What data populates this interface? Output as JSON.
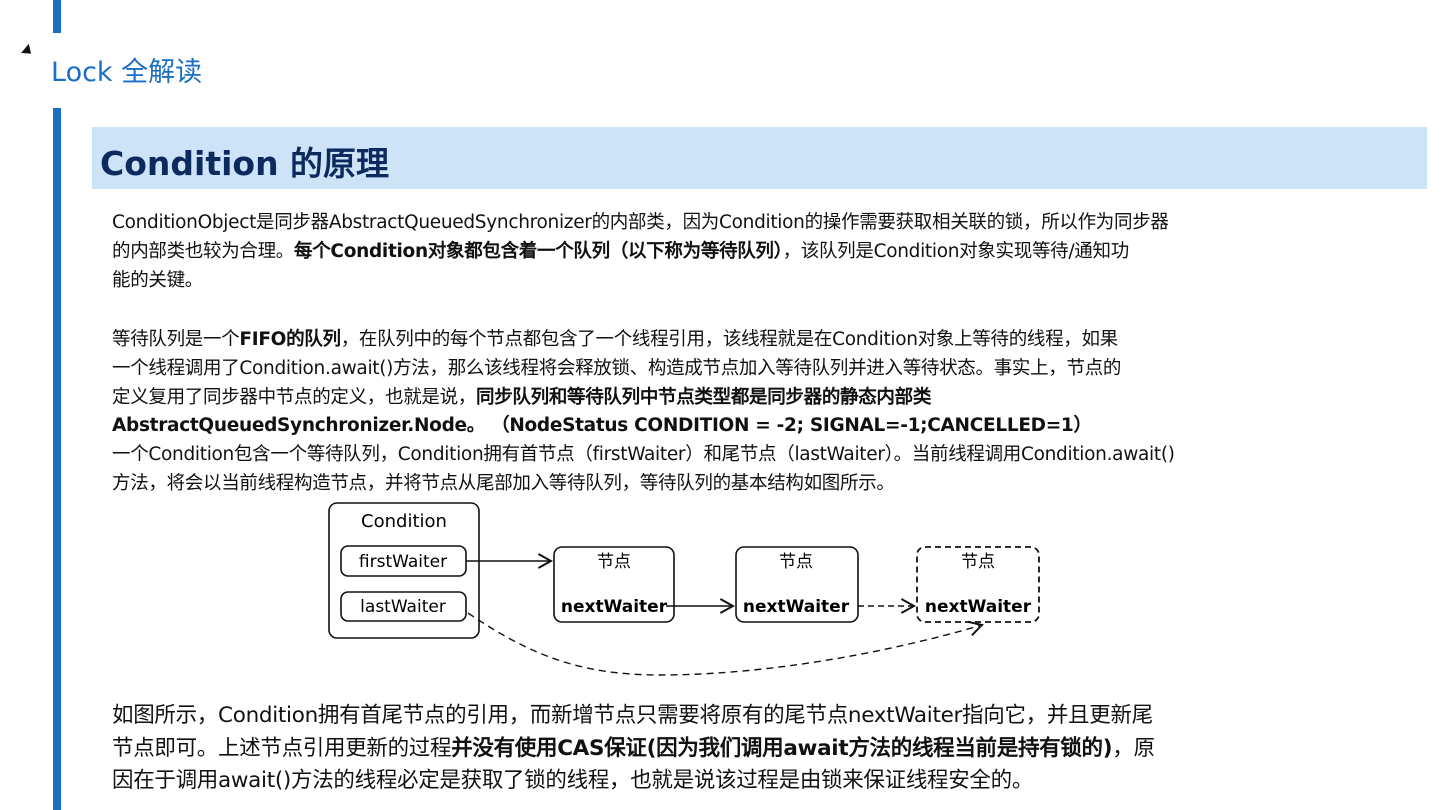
{
  "page_title": "Lock 全解读",
  "section_heading": "Condition 的原理",
  "lines": [
    {
      "big": false,
      "segments": [
        {
          "t": "ConditionObject是同步器AbstractQueuedSynchronizer的内部类，因为Condition的操作需要获取相关联的锁，所以作为同步器",
          "b": false
        }
      ]
    },
    {
      "big": false,
      "segments": [
        {
          "t": "的内部类也较为合理。",
          "b": false
        },
        {
          "t": "每个Condition对象都包含着一个队列（以下称为等待队列）",
          "b": true
        },
        {
          "t": "，该队列是Condition对象实现等待/通知功",
          "b": false
        }
      ]
    },
    {
      "big": false,
      "segments": [
        {
          "t": "能的关键。",
          "b": false
        }
      ]
    },
    {
      "big": false,
      "segments": [
        {
          "t": "等待队列是一个",
          "b": false
        },
        {
          "t": "FIFO的队列",
          "b": true
        },
        {
          "t": "，在队列中的每个节点都包含了一个线程引用，该线程就是在Condition对象上等待的线程，如果",
          "b": false
        }
      ]
    },
    {
      "big": false,
      "segments": [
        {
          "t": "一个线程调用了Condition.await()方法，那么该线程将会释放锁、构造成节点加入等待队列并进入等待状态。事实上，节点的",
          "b": false
        }
      ]
    },
    {
      "big": false,
      "segments": [
        {
          "t": "定义复用了同步器中节点的定义，也就是说，",
          "b": false
        },
        {
          "t": "同步队列和等待队列中节点类型都是同步器的静态内部类",
          "b": true
        }
      ]
    },
    {
      "big": false,
      "segments": [
        {
          "t": "AbstractQueuedSynchronizer.Node。 （NodeStatus CONDITION = -2; SIGNAL=-1;CANCELLED=1）",
          "b": true
        }
      ]
    },
    {
      "big": false,
      "segments": [
        {
          "t": "一个Condition包含一个等待队列，Condition拥有首节点（firstWaiter）和尾节点（lastWaiter）。当前线程调用Condition.await()",
          "b": false
        }
      ]
    },
    {
      "big": false,
      "segments": [
        {
          "t": "方法，将会以当前线程构造节点，并将节点从尾部加入等待队列，等待队列的基本结构如图所示。",
          "b": false
        }
      ]
    },
    {
      "big": true,
      "segments": [
        {
          "t": "如图所示，Condition拥有首尾节点的引用，而新增节点只需要将原有的尾节点nextWaiter指向它，并且更新尾",
          "b": false
        }
      ]
    },
    {
      "big": true,
      "segments": [
        {
          "t": "节点即可。上述节点引用更新的过程",
          "b": false
        },
        {
          "t": "并没有使用CAS保证(因为我们调用await方法的线程当前是持有锁的)",
          "b": true
        },
        {
          "t": "，原",
          "b": false
        }
      ]
    },
    {
      "big": true,
      "segments": [
        {
          "t": "因在于调用await()方法的线程必定是获取了锁的线程，也就是说该过程是由锁来保证线程安全的。",
          "b": false
        }
      ]
    }
  ],
  "diagram": {
    "condition_label": "Condition",
    "first_waiter": "firstWaiter",
    "last_waiter": "lastWaiter",
    "nodes": [
      {
        "title": "节点",
        "field": "nextWaiter"
      },
      {
        "title": "节点",
        "field": "nextWaiter"
      },
      {
        "title": "节点",
        "field": "nextWaiter"
      }
    ]
  }
}
